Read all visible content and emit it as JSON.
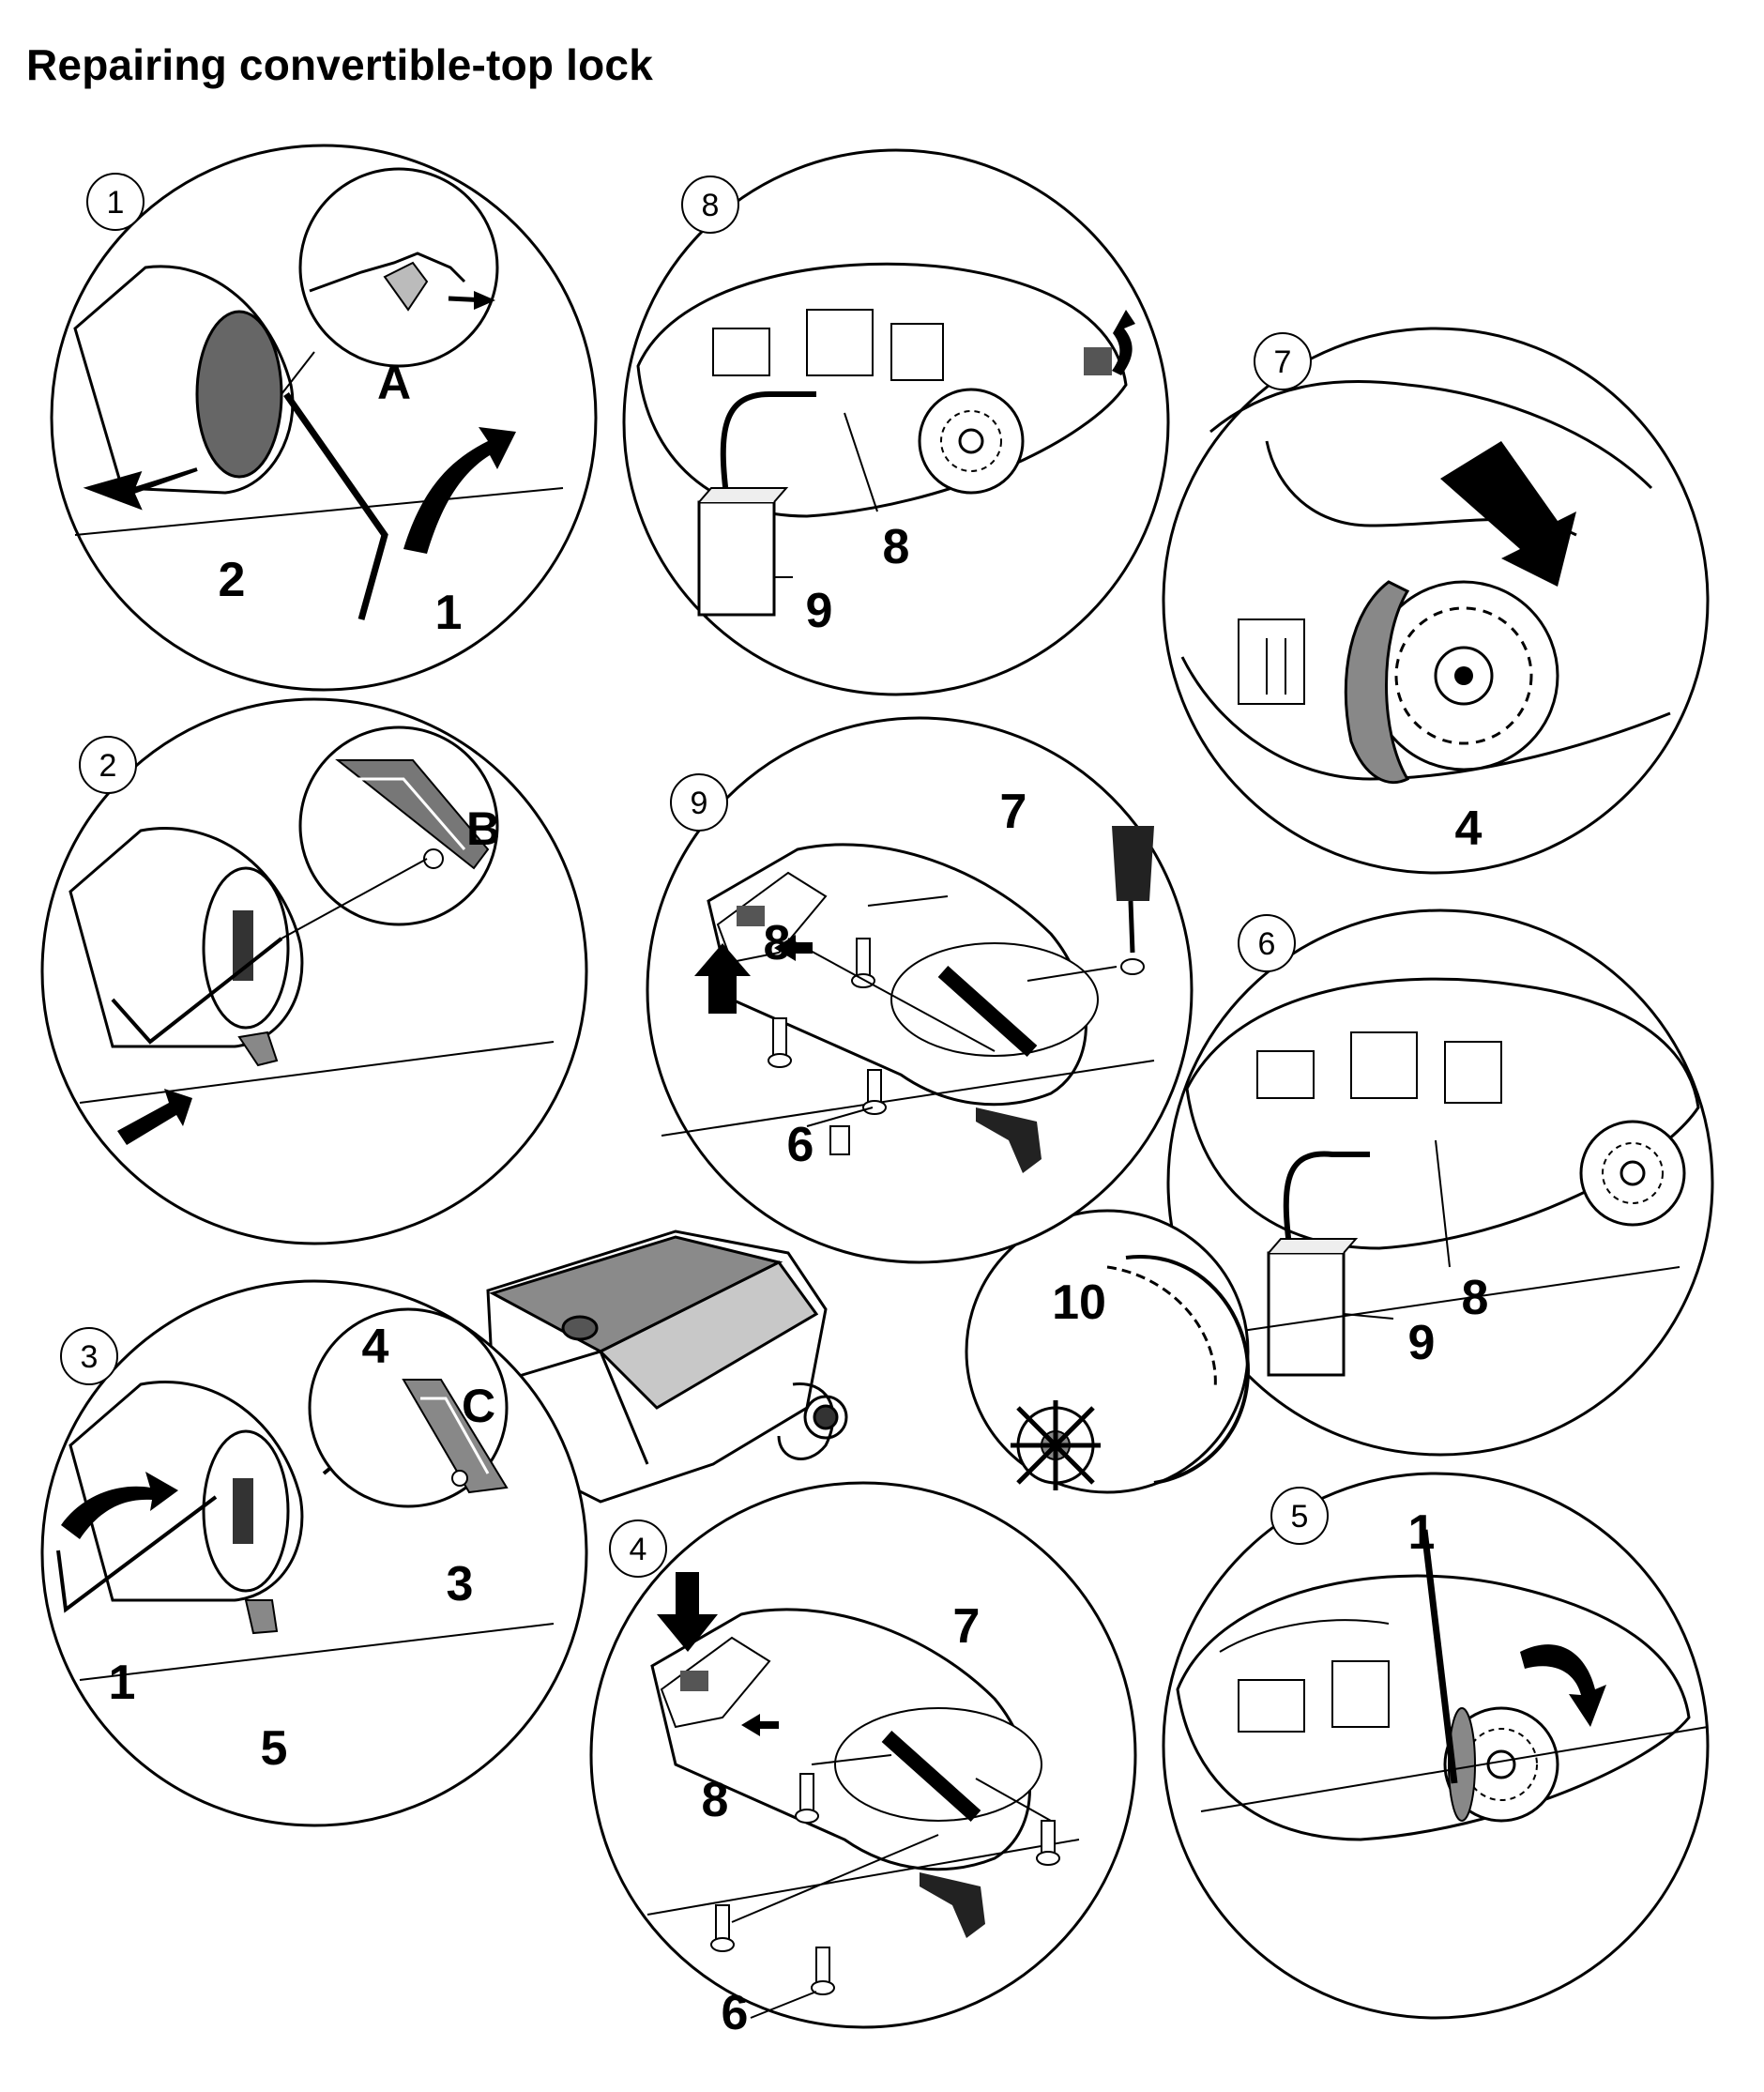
{
  "title": "Repairing convertible-top lock",
  "steps": [
    {
      "number": "1",
      "detail": "A",
      "labels": [
        "1",
        "2"
      ]
    },
    {
      "number": "2",
      "detail": "B",
      "labels": []
    },
    {
      "number": "3",
      "detail": "C",
      "labels": [
        "1",
        "3",
        "4",
        "5"
      ]
    },
    {
      "number": "4",
      "detail": "",
      "labels": [
        "6",
        "7",
        "8"
      ]
    },
    {
      "number": "5",
      "detail": "",
      "labels": [
        "1"
      ]
    },
    {
      "number": "6",
      "detail": "",
      "labels": [
        "8",
        "9",
        "10"
      ]
    },
    {
      "number": "7",
      "detail": "",
      "labels": [
        "4"
      ]
    },
    {
      "number": "8",
      "detail": "",
      "labels": [
        "8",
        "9"
      ]
    },
    {
      "number": "9",
      "detail": "",
      "labels": [
        "6",
        "7",
        "8"
      ]
    }
  ],
  "colors": {
    "line": "#000000",
    "shade": "#8a8a8a",
    "light": "#c8c8c8",
    "background": "#ffffff"
  },
  "icons": [
    "convertible-car-icon",
    "hex-key-icon",
    "screw-icon",
    "screwdriver-icon",
    "battery-pack-icon",
    "motion-arrow-icon"
  ]
}
